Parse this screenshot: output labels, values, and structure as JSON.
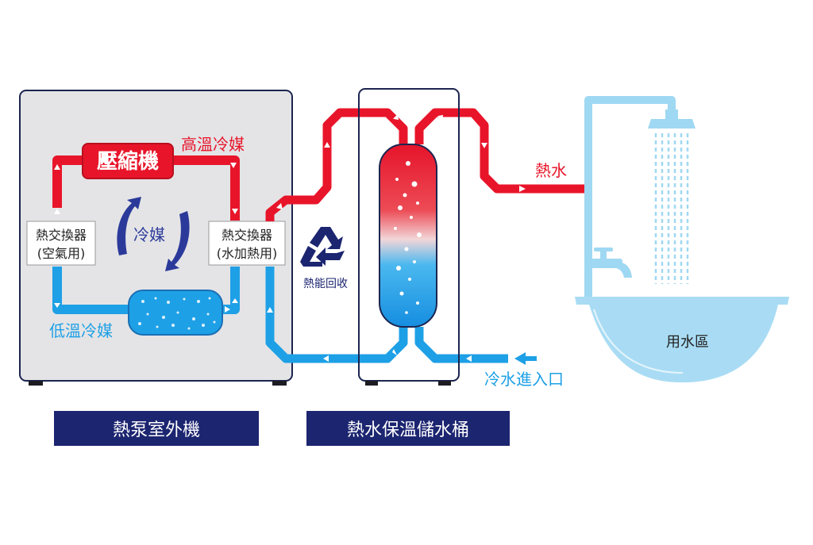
{
  "labels": {
    "compressor": "壓縮機",
    "high_temp_refrigerant": "高溫冷媒",
    "refrigerant": "冷媒",
    "low_temp_refrigerant": "低溫冷媒",
    "heat_exchanger_air_line1": "熱交換器",
    "heat_exchanger_air_line2": "(空氣用)",
    "heat_exchanger_water_line1": "熱交換器",
    "heat_exchanger_water_line2": "(水加熱用)",
    "heat_recovery": "熱能回收",
    "hot_water": "熱水",
    "cold_water_inlet": "冷水進入口",
    "water_use_area": "用水區"
  },
  "captions": {
    "outdoor_unit": "熱泵室外機",
    "storage_tank": "熱水保溫儲水桶"
  },
  "colors": {
    "hot": "#e8152a",
    "hot_dark": "#b80f1f",
    "cold": "#1ea0e6",
    "cold_dark": "#0f78c0",
    "navy": "#1c2570",
    "panel": "#e4e4e6",
    "fixture": "#9fd8f2",
    "basin": "#a9dcf4"
  },
  "icons": [
    "recycle-icon",
    "circular-arrows-icon",
    "shower-head-icon",
    "faucet-icon",
    "arrow-icon"
  ]
}
